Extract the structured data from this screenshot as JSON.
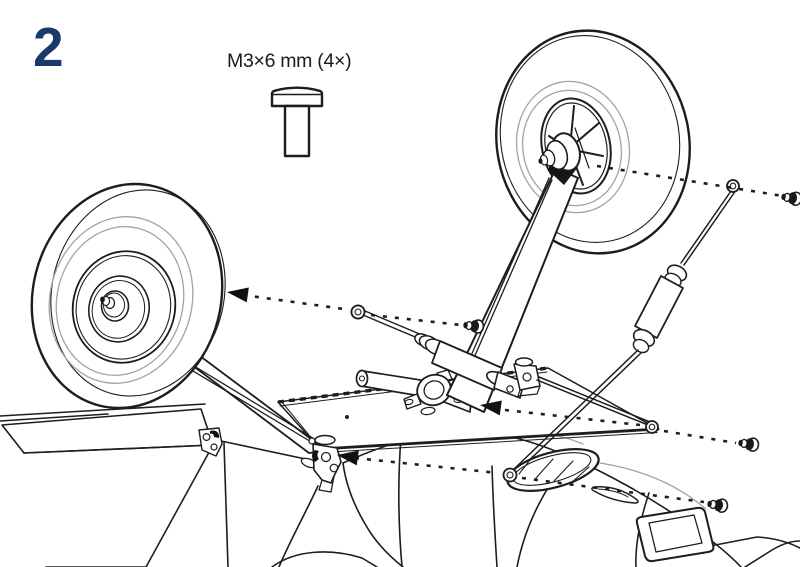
{
  "page": {
    "background": "#ffffff",
    "line_color": "#1d1d1d",
    "accent_gray": "#a3a3a3"
  },
  "step": {
    "number": "2",
    "color": "#1a3a6c"
  },
  "hardware_callout": {
    "label": "M3×6 mm (4×)",
    "part": "pan-head screw",
    "quantity": 4
  },
  "illustration": {
    "description": "Exploded assembly view: main landing-gear retract unit with two wheels being fastened to the inverted fuselage with four M3×6 mm screws",
    "components": [
      "left wheel",
      "right wheel",
      "left gear strut",
      "right gear strut",
      "gear mount plate",
      "shock absorber",
      "pivot clamp",
      "upper retract rod",
      "lower retract rod",
      "anchor brackets",
      "wheel-well opening",
      "air scoop",
      "access hatch",
      "gear doors",
      "fuselage",
      "mounting screws"
    ],
    "assembly_guides": {
      "dotted_lines": 4,
      "arrows": 3,
      "screws_shown": 4
    }
  }
}
